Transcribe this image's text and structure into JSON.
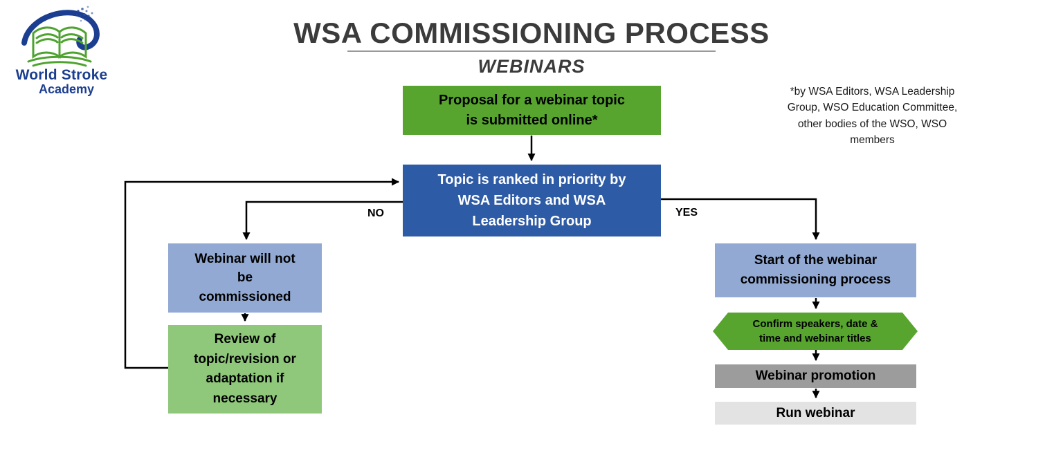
{
  "logo": {
    "line1": "World Stroke",
    "line2": "Academy",
    "icon": "open-book-with-swoosh",
    "brand_blue": "#1c3e90",
    "brand_green": "#4ea32f"
  },
  "header": {
    "title": "WSA COMMISSIONING PROCESS",
    "subtitle": "WEBINARS"
  },
  "note": [
    "*by WSA Editors, WSA Leadership",
    "Group, WSO Education Committee,",
    "other bodies of the WSO, WSO",
    "members"
  ],
  "labels": {
    "no": "NO",
    "yes": "YES"
  },
  "colors": {
    "green": "#57a52f",
    "blue": "#2e5ba5",
    "light_blue": "#92a9d3",
    "light_green": "#8fc87b",
    "dark_gray": "#9c9c9c",
    "light_gray": "#e3e3e3",
    "title_gray": "#3b3b3b",
    "connector": "#000000"
  },
  "nodes": {
    "proposal": {
      "text": [
        "Proposal for a webinar topic",
        "is submitted online*"
      ],
      "shape": "rectangle",
      "color": "#57a52f"
    },
    "ranked": {
      "text": [
        "Topic is ranked in priority by",
        "WSA Editors and WSA",
        "Leadership Group"
      ],
      "shape": "rectangle",
      "color": "#2e5ba5"
    },
    "not_commissioned": {
      "text": [
        "Webinar will not",
        "be",
        "commissioned"
      ],
      "shape": "rectangle",
      "color": "#92a9d3"
    },
    "review": {
      "text": [
        "Review of",
        "topic/revision or",
        "adaptation if",
        "necessary"
      ],
      "shape": "rectangle",
      "color": "#8fc87b"
    },
    "start": {
      "text": [
        "Start of the webinar",
        "commissioning process"
      ],
      "shape": "rectangle",
      "color": "#92a9d3"
    },
    "confirm": {
      "text": [
        "Confirm speakers, date &",
        "time and webinar titles"
      ],
      "shape": "hexagon",
      "color": "#57a52f"
    },
    "promotion": {
      "text": "Webinar promotion",
      "shape": "rectangle",
      "color": "#9c9c9c"
    },
    "run": {
      "text": "Run webinar",
      "shape": "rectangle",
      "color": "#e3e3e3"
    }
  },
  "edges": [
    {
      "from": "proposal",
      "to": "ranked"
    },
    {
      "from": "ranked",
      "to": "not_commissioned",
      "label": "NO"
    },
    {
      "from": "not_commissioned",
      "to": "review"
    },
    {
      "from": "review",
      "to": "ranked",
      "type": "loop-back"
    },
    {
      "from": "ranked",
      "to": "start",
      "label": "YES"
    },
    {
      "from": "start",
      "to": "confirm"
    },
    {
      "from": "confirm",
      "to": "promotion"
    },
    {
      "from": "promotion",
      "to": "run"
    }
  ]
}
